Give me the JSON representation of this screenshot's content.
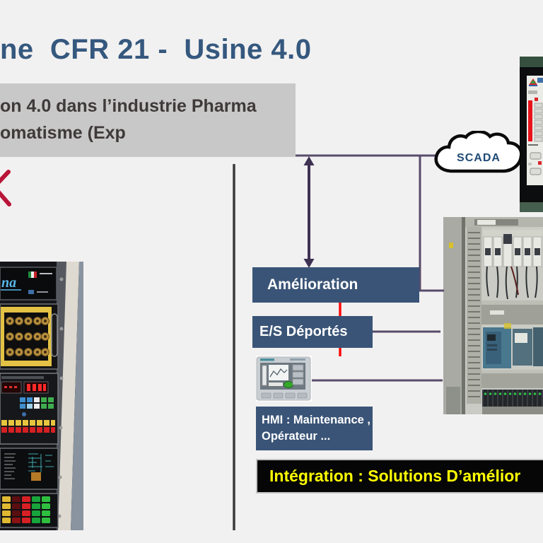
{
  "title": "ne  CFR 21 -  Usine 4.0",
  "subtitle_box": {
    "line1": "on 4.0 dans l’industrie Pharma",
    "line2": "omatisme (Exp"
  },
  "cloud_label": "SCADA",
  "flow": {
    "amelioration": "Amélioration",
    "es_deportes": "E/S Déportés",
    "hmi_line1": "HMI : Maintenance ,",
    "hmi_line2": "Opérateur ...",
    "banner": "Intégration : Solutions D’amélior"
  },
  "photos": {
    "legacy_panel_logo": "na",
    "legacy_panel_alt": "legacy control rack photo",
    "plc_cabinet_alt": "electrical cabinet with PLC photo",
    "scada_monitor_alt": "supervision monitor photo",
    "hmi_device_alt": "HMI touch panel photo"
  },
  "colors": {
    "background": "#F2F1F1",
    "title_blue": "#35587E",
    "subtitle_gray": "#C9C8C8",
    "flow_box_navy": "#3A5477",
    "connector_purple": "#584C6B",
    "arrow_purple": "#3E3253",
    "connector_red": "#FF0A0A",
    "banner_black": "#060606",
    "banner_yellow": "#FFFF00",
    "divider_dark": "#3A3A3A",
    "red_x": "#B91538"
  }
}
